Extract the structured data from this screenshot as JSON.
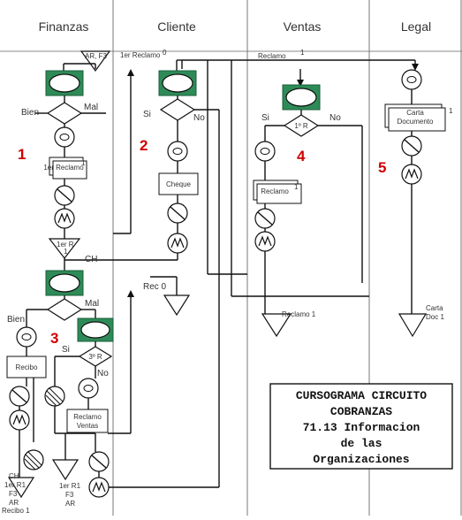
{
  "columns": [
    "Finanzas",
    "Cliente",
    "Ventas",
    "Legal"
  ],
  "section_numbers": [
    "1",
    "2",
    "3",
    "4",
    "5"
  ],
  "labels": {
    "ar_f3": "AR, F3",
    "bien_1": "Bien",
    "mal_1": "Mal",
    "primer_reclamo": "1er Reclamo",
    "primer_reclamo_sup": "0",
    "copy_1": "1",
    "primer_r": "1er R",
    "primer_r_1": "1",
    "ch": "CH",
    "si_2": "Si",
    "no_2": "No",
    "cheque": "Cheque",
    "rec_0": "Rec 0",
    "bien_3": "Bien",
    "mal_3": "Mal",
    "recibo": "Recibo",
    "si_3": "Si",
    "tercer_r": "3º R",
    "no_3": "No",
    "reclamo_ventas_1": "Reclamo",
    "reclamo_ventas_2": "Ventas",
    "ch_list": [
      "CH",
      "1er R1",
      "F3",
      "AR",
      "Recibo 1"
    ],
    "r1_list": [
      "1er R1",
      "F3",
      "AR"
    ],
    "reclamo_top": "Reclamo",
    "reclamo_top_sup": "1",
    "si_4": "Si",
    "no_4": "No",
    "primer_r_diamond": "1º R",
    "reclamo_box": "Reclamo",
    "reclamo_box_copy": "1",
    "reclamo_1_bottom": "Reclamo 1",
    "carta_1": "Carta",
    "carta_2": "Documento",
    "carta_copy": "1",
    "carta_doc_1": "Carta",
    "carta_doc_2": "Doc 1"
  },
  "title_box": {
    "lines": [
      "CURSOGRAMA CIRCUITO",
      "COBRANZAS",
      "71.13 Informacion",
      "de las",
      "Organizaciones"
    ]
  }
}
